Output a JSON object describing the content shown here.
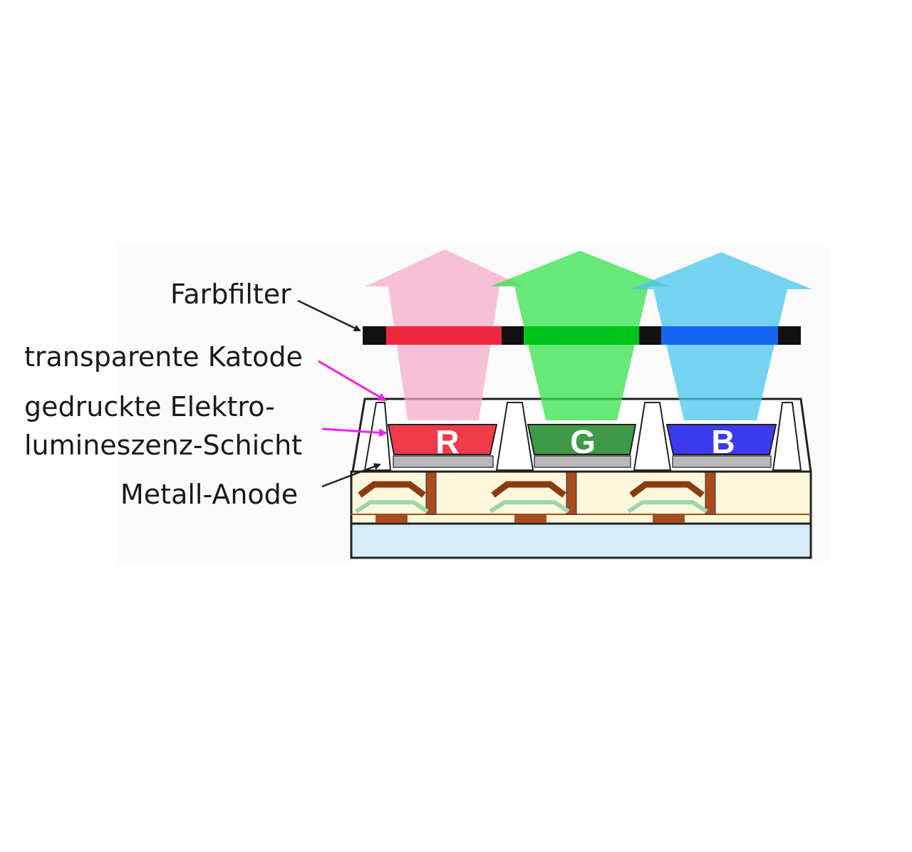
{
  "labels": {
    "color_filter": "Farbfilter",
    "transparent_cathode": "transparente Katode",
    "el_layer_line1": "gedruckte Elektro-",
    "el_layer_line2": "lumineszenz-Schicht",
    "metal_anode": "Metall-Anode"
  },
  "subpixels": [
    {
      "letter": "R",
      "fill": "#ef3b4a",
      "beam": "#f7a9c8",
      "filter": "#f0283f"
    },
    {
      "letter": "G",
      "fill": "#3f9a48",
      "beam": "#35e24c",
      "filter": "#00c21c"
    },
    {
      "letter": "B",
      "fill": "#3b3bf0",
      "beam": "#47c6ee",
      "filter": "#1565f2"
    }
  ],
  "colors": {
    "arrow_black": "#222222",
    "arrow_magenta": "#ee22ee",
    "substrate": "#d6ecf8",
    "tft_layer": "#fdf8dc",
    "metal": "#a84b1e"
  }
}
